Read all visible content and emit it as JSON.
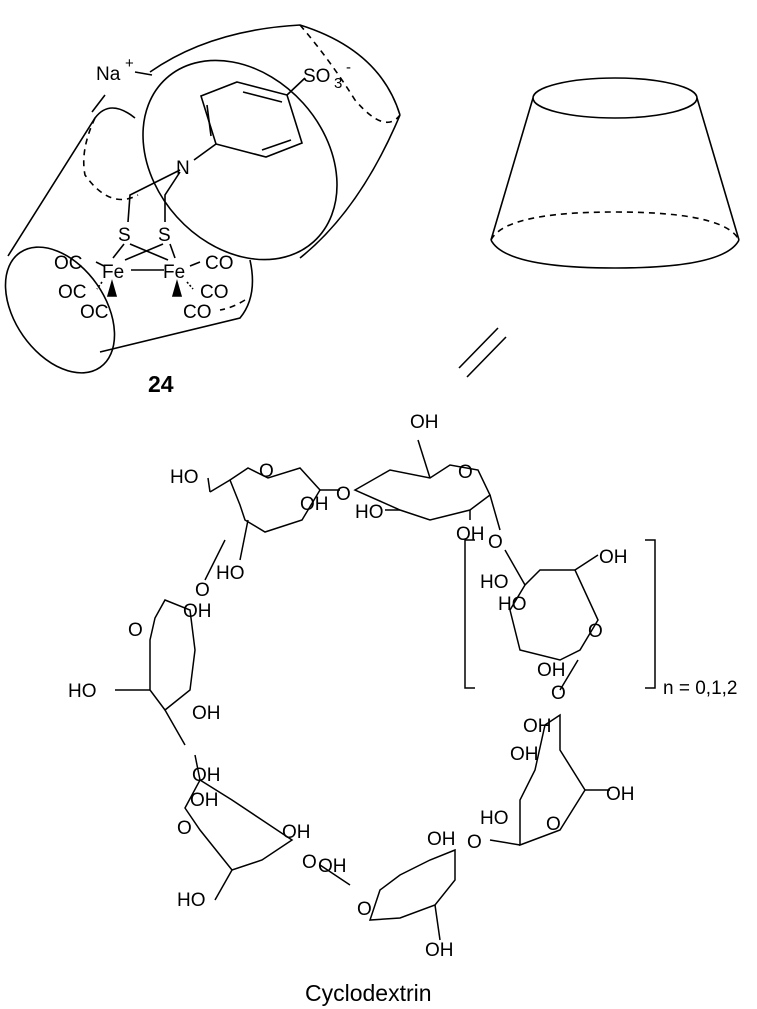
{
  "complex": {
    "cation": "Na",
    "cation_charge": "+",
    "sulfonate_base": "SO",
    "sulfonate_sub": "3",
    "sulfonate_charge": "-",
    "nitrogen": "N",
    "sulfur_a": "S",
    "sulfur_b": "S",
    "iron_a": "Fe",
    "iron_b": "Fe",
    "carbonyl_1": "OC",
    "carbonyl_2": "OC",
    "carbonyl_3": "OC",
    "carbonyl_4": "CO",
    "carbonyl_5": "CO",
    "carbonyl_6": "CO",
    "compound_number": "24"
  },
  "equivalence_symbol": "//",
  "cyclodextrin": {
    "caption": "Cyclodextrin",
    "repeat_label": "n = 0,1,2",
    "hydroxyl_label": "OH",
    "hydroxyl_label_rev": "HO",
    "oxygen_label": "O"
  },
  "colors": {
    "ink": "#000000",
    "background": "#ffffff"
  }
}
